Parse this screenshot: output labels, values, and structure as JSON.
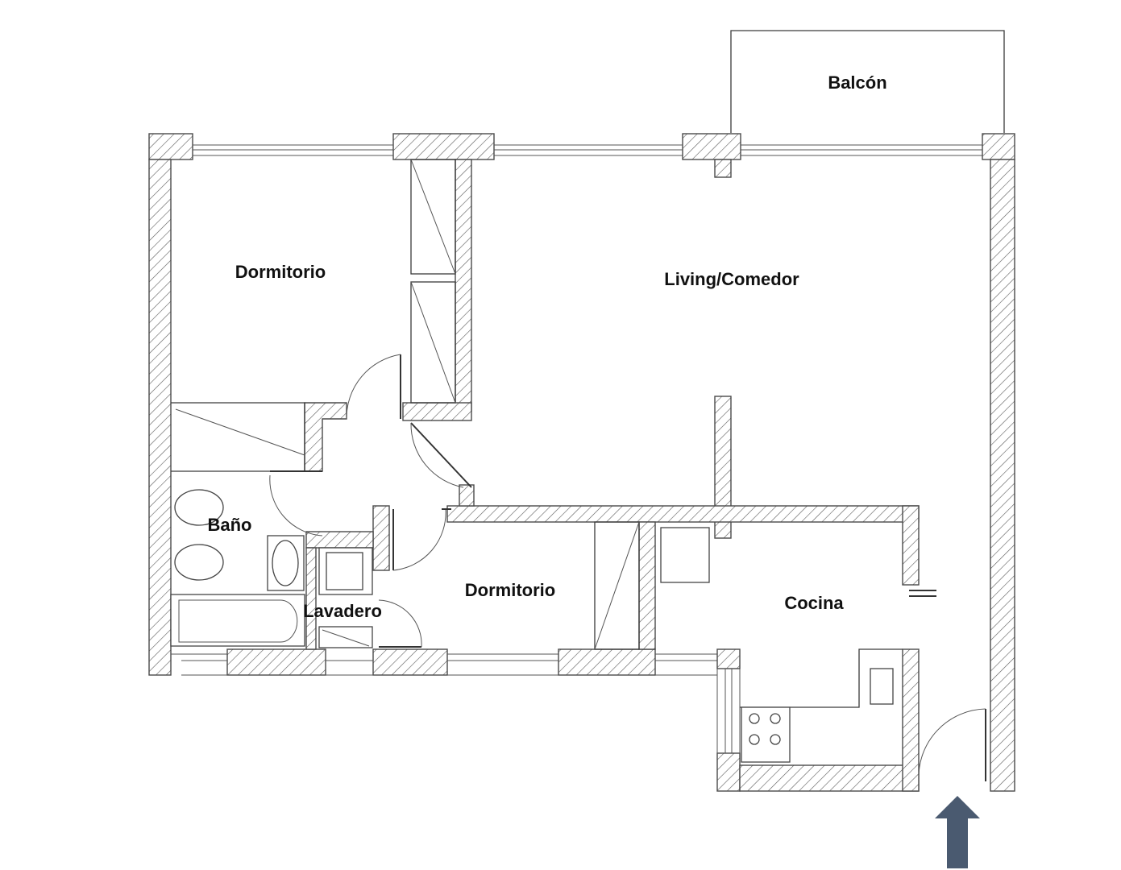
{
  "floorplan": {
    "rooms": {
      "balcon": "Balcón",
      "dormitorio_1": "Dormitorio",
      "living": "Living/Comedor",
      "bano": "Baño",
      "lavadero": "Lavadero",
      "dormitorio_2": "Dormitorio",
      "cocina": "Cocina"
    },
    "colors": {
      "wall_hatch": "#5a5a5a",
      "entrance_arrow": "#4a5a70"
    },
    "icons": {
      "entrance": "arrow-up-icon"
    }
  }
}
